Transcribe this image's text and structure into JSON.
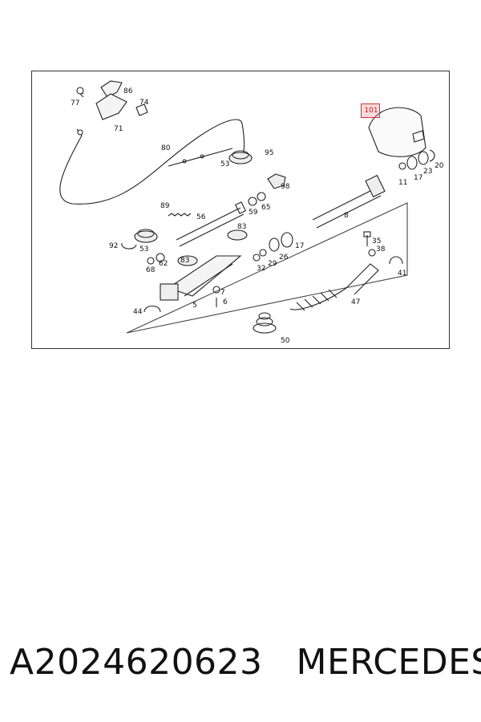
{
  "diagram": {
    "highlight": "101",
    "callouts": {
      "c77": "77",
      "c86": "86",
      "c74": "74",
      "c71": "71",
      "c80": "80",
      "c95": "95",
      "c53a": "53",
      "c98": "98",
      "c89": "89",
      "c56": "56",
      "c59": "59",
      "c65": "65",
      "c92": "92",
      "c53b": "53",
      "c62": "62",
      "c68": "68",
      "c83a": "83",
      "c83b": "83",
      "c7": "7",
      "c6": "6",
      "c5": "5",
      "c44": "44",
      "c8": "8",
      "c17a": "17",
      "c26": "26",
      "c29": "29",
      "c32": "32",
      "c11": "11",
      "c17b": "17",
      "c23": "23",
      "c20": "20",
      "c35": "35",
      "c38": "38",
      "c41": "41",
      "c47": "47",
      "c50": "50"
    }
  },
  "footer": {
    "part_number": "A2024620623",
    "brand": "MERCEDES"
  }
}
